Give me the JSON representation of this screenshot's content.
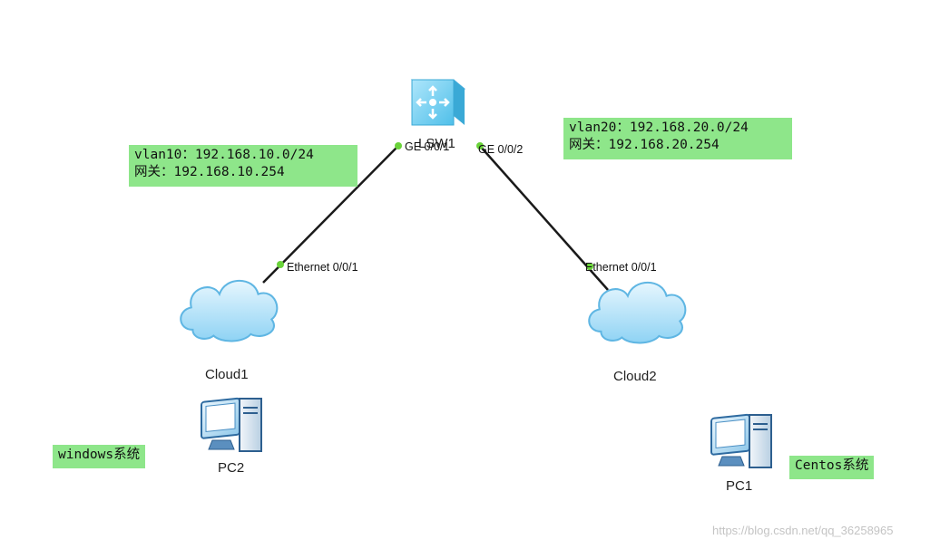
{
  "devices": {
    "switch": {
      "label": "LSW1",
      "icon": "switch-icon"
    },
    "cloud1": {
      "label": "Cloud1",
      "icon": "cloud-icon"
    },
    "cloud2": {
      "label": "Cloud2",
      "icon": "cloud-icon"
    },
    "pc2": {
      "label": "PC2",
      "icon": "pc-icon"
    },
    "pc1": {
      "label": "PC1",
      "icon": "pc-icon"
    }
  },
  "links": [
    {
      "from": "LSW1",
      "to": "Cloud1",
      "from_port": "GE 0/0/1",
      "to_port": "Ethernet 0/0/1"
    },
    {
      "from": "LSW1",
      "to": "Cloud2",
      "from_port": "GE 0/0/2",
      "to_port": "Ethernet 0/0/1"
    }
  ],
  "notes": {
    "vlan10": {
      "line1": "vlan10：192.168.10.0/24",
      "line2": "网关：192.168.10.254"
    },
    "vlan20": {
      "line1": "vlan20：192.168.20.0/24",
      "line2": "网关：192.168.20.254"
    },
    "windows": "windows系统",
    "centos": "Centos系统"
  },
  "watermark": "https://blog.csdn.net/qq_36258965",
  "colors": {
    "note_bg": "#8ee68a",
    "link": "#1a1a1a",
    "port_dot": "#6ad33a",
    "cloud_fill": "#bfe6f8",
    "cloud_edge": "#5fb6e3",
    "switch_fill": "#7ed1f2"
  }
}
